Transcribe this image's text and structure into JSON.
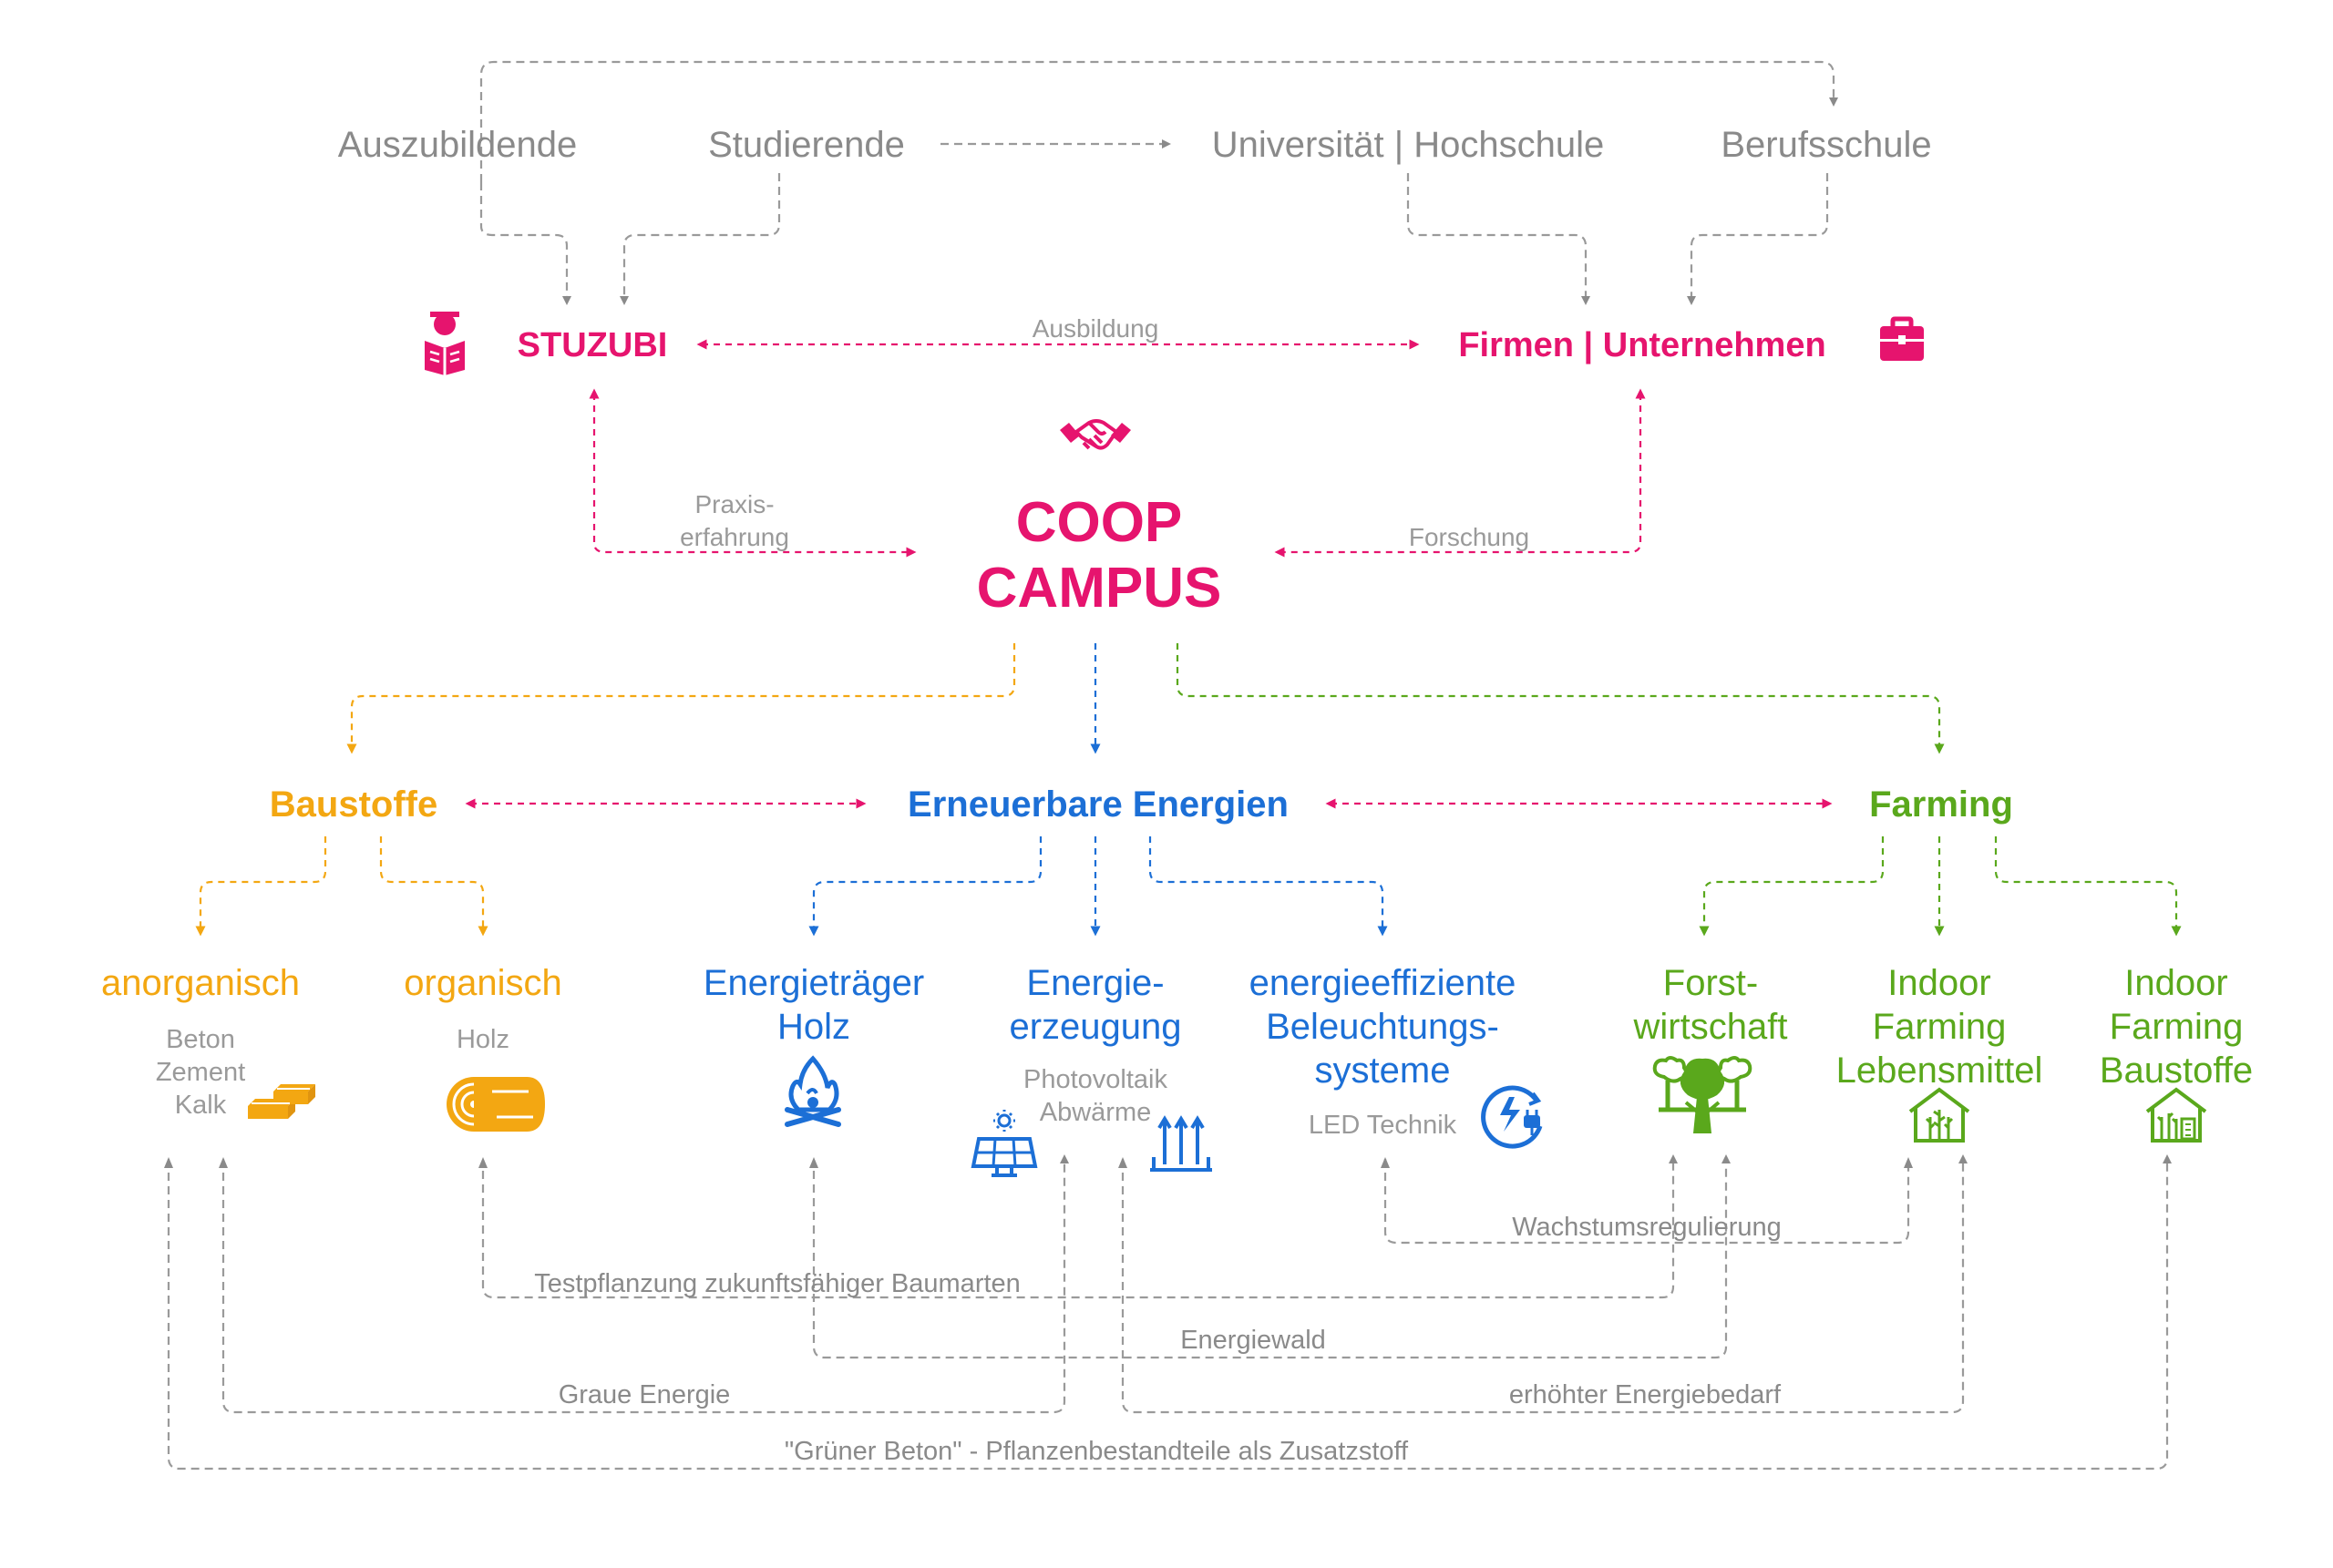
{
  "top": {
    "auszubildende": "Auszubildende",
    "studierende": "Studierende",
    "universitaet": "Universität | Hochschule",
    "berufsschule": "Berufsschule"
  },
  "middle": {
    "stuzubi": "STUZUBI",
    "firmen": "Firmen | Unternehmen",
    "ausbildung": "Ausbildung",
    "praxis_1": "Praxis-",
    "praxis_2": "erfahrung",
    "forschung": "Forschung",
    "coop_1": "COOP",
    "coop_2": "CAMPUS"
  },
  "categories": {
    "baustoffe": "Baustoffe",
    "energien": "Erneuerbare Energien",
    "farming": "Farming"
  },
  "subcategories": {
    "anorganisch": "anorganisch",
    "anorganisch_items": [
      "Beton",
      "Zement",
      "Kalk"
    ],
    "organisch": "organisch",
    "organisch_item": "Holz",
    "energietraeger_1": "Energieträger",
    "energietraeger_2": "Holz",
    "erzeugung_1": "Energie-",
    "erzeugung_2": "erzeugung",
    "erzeugung_items": [
      "Photovoltaik",
      "Abwärme"
    ],
    "beleuchtung_1": "energieeffiziente",
    "beleuchtung_2": "Beleuchtungs-",
    "beleuchtung_3": "systeme",
    "beleuchtung_item": "LED Technik",
    "forst_1": "Forst-",
    "forst_2": "wirtschaft",
    "indoor_leb_1": "Indoor",
    "indoor_leb_2": "Farming",
    "indoor_leb_3": "Lebensmittel",
    "indoor_bau_1": "Indoor",
    "indoor_bau_2": "Farming",
    "indoor_bau_3": "Baustoffe"
  },
  "relations": {
    "wachstum": "Wachstumsregulierung",
    "testpflanzung": "Testpflanzung zukunftsfähiger Baumarten",
    "energiewald": "Energiewald",
    "graue": "Graue Energie",
    "energiebedarf": "erhöhter Energiebedarf",
    "gruener_beton": "\"Grüner Beton\" - Pflanzenbestandteile als Zusatzstoff"
  },
  "colors": {
    "pink": "#e6146e",
    "orange": "#f3a712",
    "blue": "#1c6fd6",
    "green": "#5aa81c",
    "gray": "#8a8a8a"
  },
  "icons": [
    "student-reading-icon",
    "briefcase-icon",
    "handshake-icon",
    "gold-bars-icon",
    "log-icon",
    "campfire-icon",
    "solar-panel-icon",
    "heat-waves-icon",
    "led-plug-icon",
    "trees-icon",
    "greenhouse-plants-icon",
    "greenhouse-building-icon"
  ]
}
